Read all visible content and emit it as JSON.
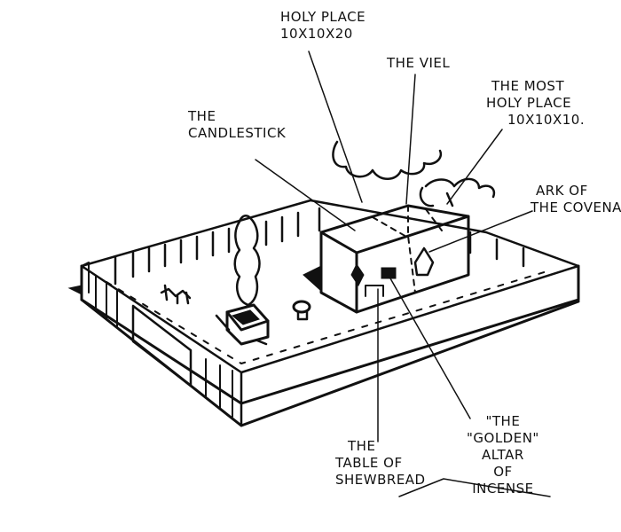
{
  "labels": {
    "holy_place": {
      "line1": "HOLY PLACE",
      "line2": "10X10X20"
    },
    "veil": "THE VIEL",
    "most_holy_place": {
      "line1": "THE MOST",
      "line2": "HOLY PLACE",
      "line3": "10X10X10."
    },
    "candlestick": {
      "line1": "THE",
      "line2": "CANDLESTICK"
    },
    "ark": {
      "line1": "ARK OF",
      "line2": "THE COVENANT."
    },
    "table": {
      "line1": "THE",
      "line2": "TABLE OF",
      "line3": "SHEWBREAD"
    },
    "altar": {
      "line1": "\"THE",
      "line2": "\"GOLDEN\"",
      "line3": "ALTAR",
      "line4": "OF",
      "line5": "INCENSE"
    }
  },
  "colors": {
    "ink": "#111111",
    "paper": "#ffffff"
  }
}
